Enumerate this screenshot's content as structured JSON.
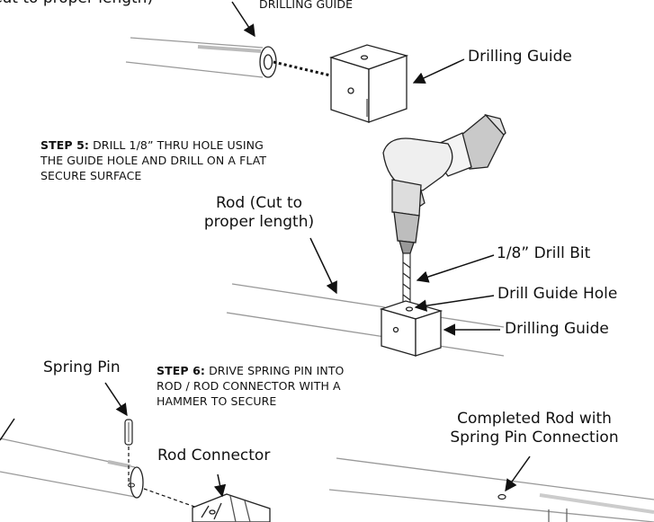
{
  "top": {
    "partial_label": "(Cut to proper length)",
    "partial_caption": "DRILLING GUIDE",
    "drilling_guide_label": "Drilling Guide"
  },
  "step5": {
    "step_label": "STEP 5:",
    "text_line1": "DRILL 1/8” THRU HOLE USING",
    "text_line2": "THE GUIDE HOLE AND DRILL ON A FLAT",
    "text_line3": "SECURE SURFACE",
    "rod_label_line1": "Rod (Cut to",
    "rod_label_line2": "proper length)",
    "drill_bit_label": "1/8” Drill Bit",
    "guide_hole_label": "Drill Guide Hole",
    "drilling_guide_label": "Drilling Guide"
  },
  "step6": {
    "step_label": "STEP 6:",
    "text_line1": "DRIVE SPRING PIN INTO",
    "text_line2": "ROD / ROD CONNECTOR WITH A",
    "text_line3": "HAMMER TO SECURE",
    "spring_pin_label": "Spring Pin",
    "rod_connector_label": "Rod Connector",
    "completed_line1": "Completed Rod with",
    "completed_line2": "Spring Pin Connection"
  }
}
